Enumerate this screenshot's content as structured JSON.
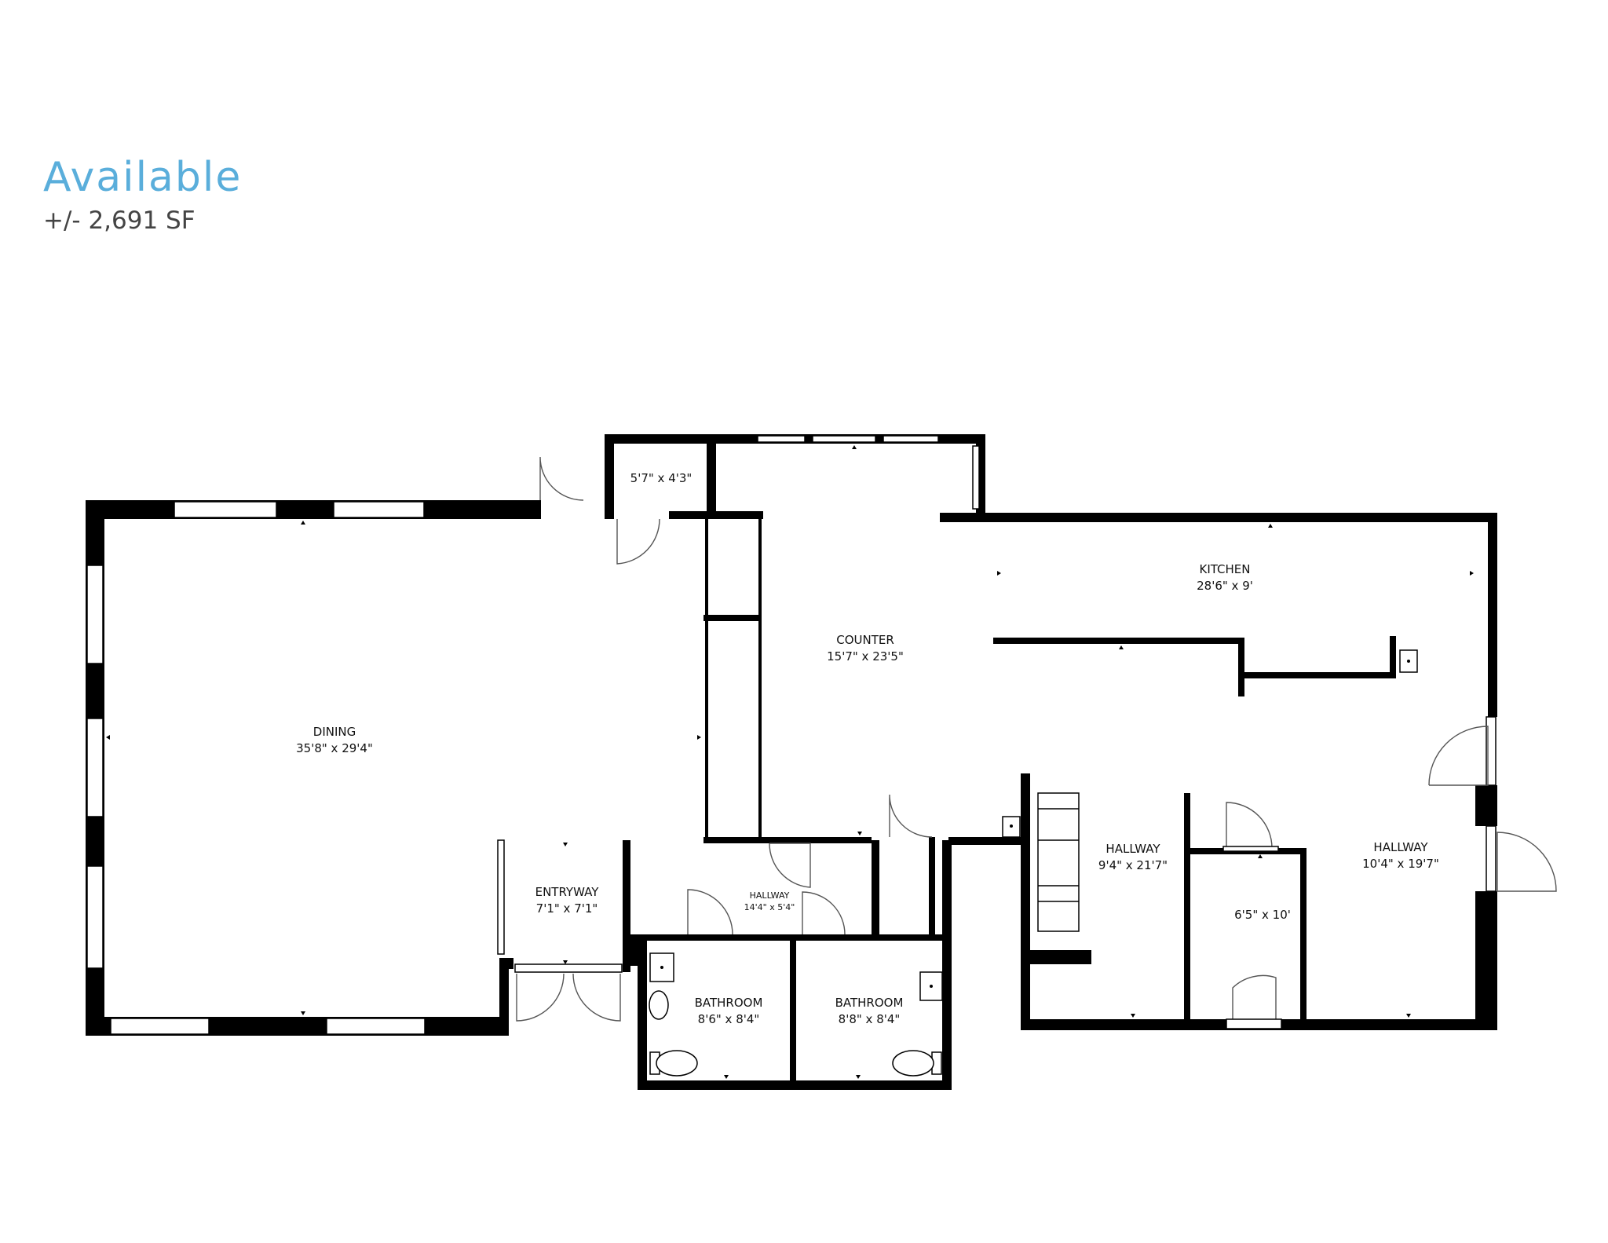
{
  "header": {
    "title": "Available",
    "area": "+/- 2,691 SF",
    "title_color": "#5aaedb"
  },
  "rooms": [
    {
      "id": "dining",
      "name": "DINING",
      "dims": "35'8\" x 29'4\""
    },
    {
      "id": "counter",
      "name": "COUNTER",
      "dims": "15'7\" x 23'5\""
    },
    {
      "id": "kitchen",
      "name": "KITCHEN",
      "dims": "28'6\" x 9'"
    },
    {
      "id": "entryway",
      "name": "ENTRYWAY",
      "dims": "7'1\" x 7'1\""
    },
    {
      "id": "hallway-small",
      "name": "HALLWAY",
      "dims": "14'4\" x 5'4\""
    },
    {
      "id": "bathroom-1",
      "name": "BATHROOM",
      "dims": "8'6\" x 8'4\""
    },
    {
      "id": "bathroom-2",
      "name": "BATHROOM",
      "dims": "8'8\" x 8'4\""
    },
    {
      "id": "hallway-mid",
      "name": "HALLWAY",
      "dims": "9'4\" x 21'7\""
    },
    {
      "id": "hallway-east",
      "name": "HALLWAY",
      "dims": "10'4\" x 19'7\""
    },
    {
      "id": "closet",
      "name": "",
      "dims": "5'7\" x 4'3\""
    },
    {
      "id": "storage",
      "name": "",
      "dims": "6'5\" x 10'"
    }
  ]
}
